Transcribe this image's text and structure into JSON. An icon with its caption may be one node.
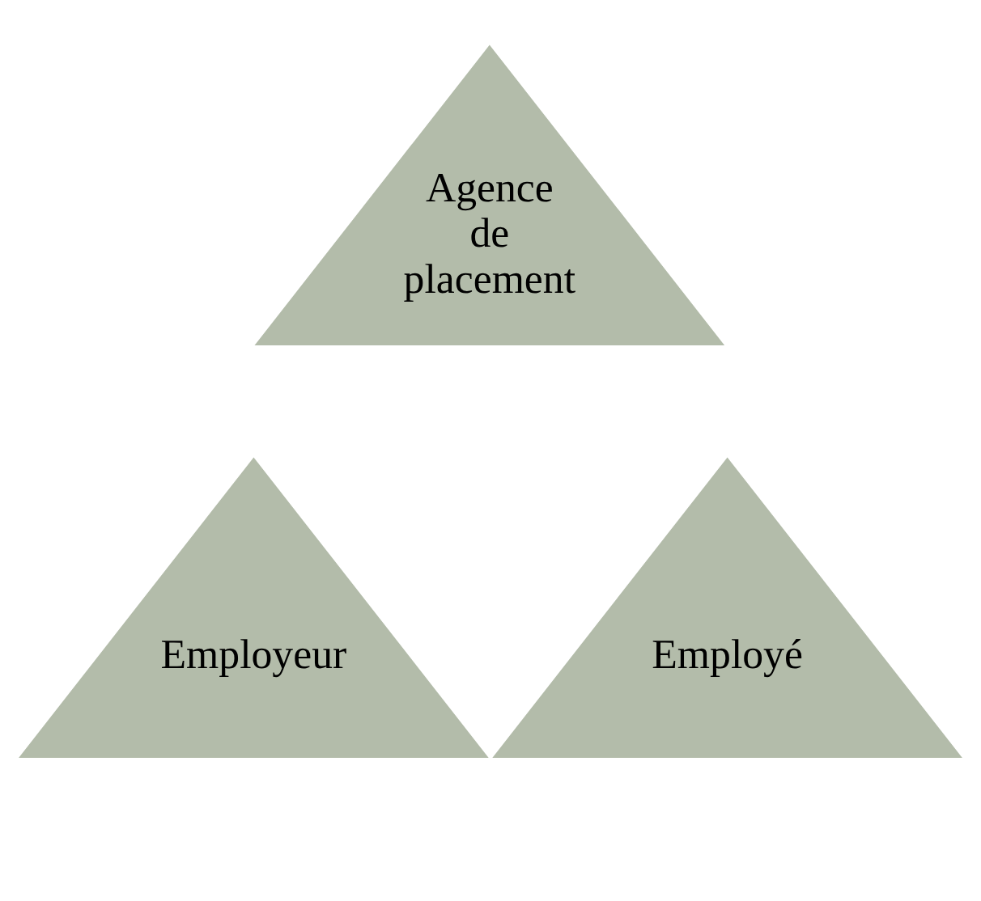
{
  "diagram": {
    "nodes": [
      {
        "text": [
          "Agence de placement"
        ]
      },
      {
        "text": [
          "Employeur"
        ]
      },
      {
        "text": [
          "Employé"
        ]
      }
    ]
  }
}
